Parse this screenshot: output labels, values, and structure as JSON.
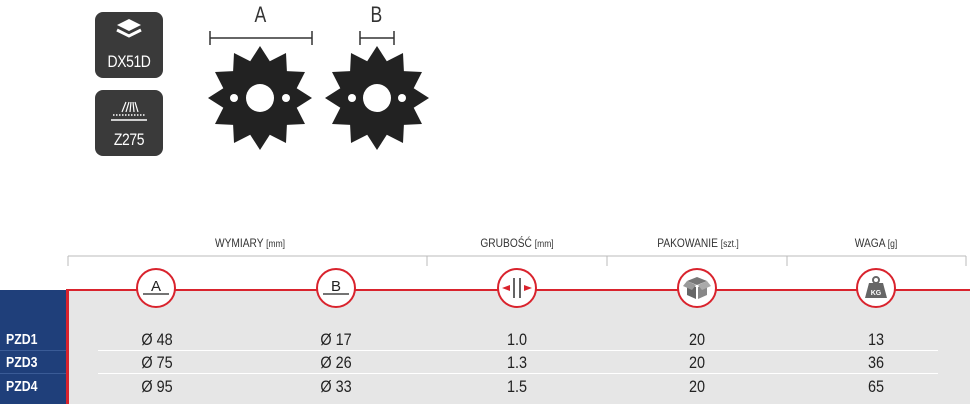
{
  "materials": [
    {
      "code": "DX51D",
      "icon": "layers-icon"
    },
    {
      "code": "Z275",
      "icon": "zinc-coating-icon"
    }
  ],
  "drawing": {
    "label_a": "A",
    "label_b": "B"
  },
  "headers": {
    "dimensions": "WYMIARY",
    "dimensions_unit": "[mm]",
    "thickness": "GRUBOŚĆ",
    "thickness_unit": "[mm]",
    "packing": "PAKOWANIE",
    "packing_unit": "[szt.]",
    "weight": "WAGA",
    "weight_unit": "[g]"
  },
  "icons": {
    "a": "A",
    "b": "B",
    "weight_kg": "KG"
  },
  "colors": {
    "accent": "#d9232d",
    "label_bg": "#1f3f7a",
    "band": "#e6e6e6"
  },
  "rows": [
    {
      "name": "PZD1",
      "a": "Ø 48",
      "b": "Ø 17",
      "thickness": "1.0",
      "packing": "20",
      "weight": "13"
    },
    {
      "name": "PZD3",
      "a": "Ø 75",
      "b": "Ø 26",
      "thickness": "1.3",
      "packing": "20",
      "weight": "36"
    },
    {
      "name": "PZD4",
      "a": "Ø 95",
      "b": "Ø 33",
      "thickness": "1.5",
      "packing": "20",
      "weight": "65"
    }
  ]
}
